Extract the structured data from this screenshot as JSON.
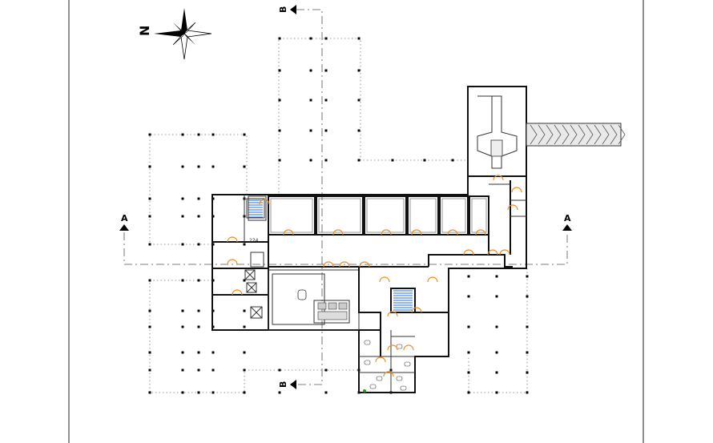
{
  "drawing": {
    "north_label": "N",
    "section_a_label": "A",
    "section_b_label": "B",
    "room_tag": "224"
  },
  "colors": {
    "walls": "#111111",
    "doors": "#f08a1c",
    "stair_treads": "#2a6fd6",
    "grid_dots": "#000000",
    "bridge": "#9a9a9a"
  },
  "icons": [
    "compass-rose-icon",
    "section-arrow-icon"
  ]
}
